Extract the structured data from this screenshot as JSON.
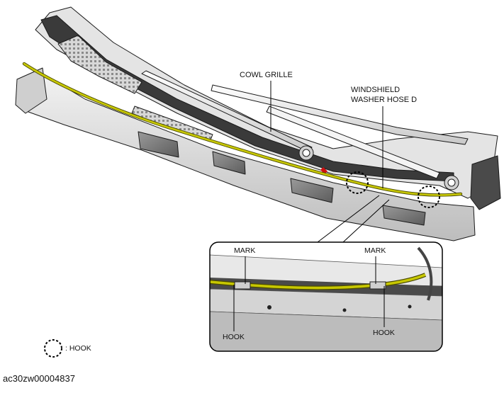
{
  "labels": {
    "cowl_grille": "COWL GRILLE",
    "washer_hose_line1": "WINDSHIELD",
    "washer_hose_line2": "WASHER HOSE D",
    "mark_left": "MARK",
    "mark_right": "MARK",
    "hook_left": "HOOK",
    "hook_right": "HOOK"
  },
  "legend": {
    "hook_symbol": "dashed-circle-icon",
    "hook_text": ": HOOK"
  },
  "document_id": "ac30zw00004837",
  "colors": {
    "hose": "#c8c800",
    "outline": "#1a1a1a",
    "panel_light": "#e6e6e6",
    "panel_mid": "#bdbdbd",
    "panel_dark": "#7a7a7a",
    "marker_red": "#d01010"
  }
}
